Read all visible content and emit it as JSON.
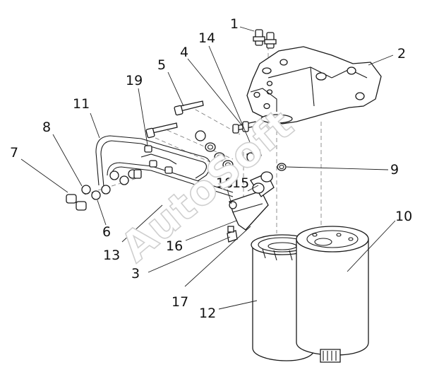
{
  "watermark": "AutoSoft",
  "callouts": {
    "c1": "1",
    "c2": "2",
    "c3": "3",
    "c4": "4",
    "c5": "5",
    "c6": "6",
    "c7": "7",
    "c8": "8",
    "c9": "9",
    "c10": "10",
    "c11": "11",
    "c12": "12",
    "c13": "13",
    "c14": "14",
    "c15": "15",
    "c16": "16",
    "c17": "17",
    "c18": "18",
    "c19": "19"
  }
}
